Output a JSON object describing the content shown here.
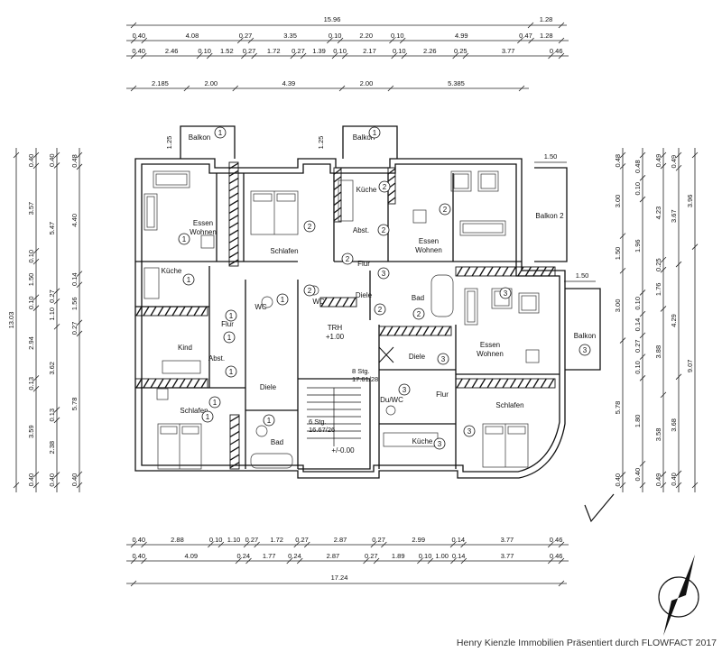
{
  "credit": "Henry Kienzle Immobilien Präsentiert durch FLOWFACT 2017",
  "dimensions": {
    "top_total": "15.96",
    "top_total_right": "1.28",
    "top_row1": [
      "0.40",
      "4.08",
      "0.27",
      "3.35",
      "0.10",
      "2.20",
      "0.10",
      "4.99",
      "0.47",
      "1.28"
    ],
    "top_row2": [
      "0.40",
      "2.46",
      "0.10",
      "1.52",
      "0.27",
      "1.72",
      "0.27",
      "1.39",
      "0.10",
      "2.17",
      "0.10",
      "2.26",
      "0.25",
      "3.77",
      "0.46"
    ],
    "top_row3": [
      "2.185",
      "2.00",
      "4.39",
      "2.00",
      "5.385"
    ],
    "bottom_row1": [
      "0.40",
      "2.88",
      "0.10",
      "1.10",
      "0.27",
      "1.72",
      "0.27",
      "2.87",
      "0.27",
      "2.99",
      "0.14",
      "3.77",
      "0.46"
    ],
    "bottom_row2": [
      "0.40",
      "4.09",
      "0.24",
      "1.77",
      "0.24",
      "2.87",
      "0.27",
      "1.89",
      "0.10",
      "1.00",
      "0.14",
      "3.77",
      "0.46"
    ],
    "bottom_total": "17.24",
    "left_total": "13.03",
    "left_col1": [
      "0.40",
      "3.57",
      "0.10",
      "1.50",
      "0.10",
      "2.94",
      "0.13",
      "3.59",
      "0.40"
    ],
    "left_col2": [
      "0.40",
      "5.47",
      "0.27",
      "1.10",
      "3.62",
      "0.13",
      "2.38",
      "0.40"
    ],
    "left_col3": [
      "0.48",
      "4.40",
      "0.14",
      "1.56",
      "0.27",
      "5.78",
      "0.40"
    ],
    "right_col1": [
      "0.48",
      "3.00",
      "1.50",
      "3.00",
      "5.78",
      "0.40"
    ],
    "right_col2": [
      "0.48",
      "0.10",
      "1.96",
      "0.10",
      "0.14",
      "0.27",
      "0.10",
      "1.80",
      "0.40"
    ],
    "right_col3": [
      "0.49",
      "4.23",
      "0.25",
      "1.76",
      "3.88",
      "3.58",
      "0.49"
    ],
    "right_col4": [
      "0.49",
      "3.67",
      "4.29",
      "3.68",
      "0.40"
    ],
    "right_col5": [
      "3.96",
      "9.07"
    ],
    "side_balcony": "1.50",
    "side_balcony2": "1.50",
    "top_left_balcony": "1.25",
    "top_mid_balcony": "1.25"
  },
  "rooms": [
    {
      "label": "Balkon",
      "num": "1"
    },
    {
      "label": "Balkon",
      "num": "1"
    },
    {
      "label": "Balkon 2",
      "num": ""
    },
    {
      "label": "Balkon",
      "num": "3"
    },
    {
      "label": "Essen",
      "label2": "Wohnen",
      "num": "1"
    },
    {
      "label": "Schlafen",
      "num": "2"
    },
    {
      "label": "Küche",
      "num": "2"
    },
    {
      "label": "Abst.",
      "num": "2"
    },
    {
      "label": "Essen",
      "label2": "Wohnen",
      "num": "2"
    },
    {
      "label": "Küche",
      "num": "1"
    },
    {
      "label": "Flur",
      "num": "2"
    },
    {
      "label": "Diele",
      "num": "2"
    },
    {
      "label": "Bad",
      "num": "2"
    },
    {
      "label": "WC",
      "num": "2"
    },
    {
      "label": "WC",
      "num": "1"
    },
    {
      "label": "Flur",
      "num": "1"
    },
    {
      "label": "Kind",
      "num": "1"
    },
    {
      "label": "Abst.",
      "num": "1"
    },
    {
      "label": "TRH",
      "label2": "+1.00",
      "num": ""
    },
    {
      "label": "Diele",
      "num": "3"
    },
    {
      "label": "Essen",
      "label2": "Wohnen",
      "num": "3"
    },
    {
      "label": "Diele",
      "num": "1"
    },
    {
      "label": "Schlafen",
      "num": "1"
    },
    {
      "label": "Bad",
      "num": "1"
    },
    {
      "label": "Du/WC",
      "num": "3"
    },
    {
      "label": "Flur",
      "num": "3"
    },
    {
      "label": "Schlafen",
      "num": "3"
    },
    {
      "label": "Küche",
      "num": "3"
    },
    {
      "label": "+/-0.00",
      "num": ""
    }
  ],
  "stairs": {
    "upper": "8 Stg.",
    "upper_size": "17.61/28",
    "lower": "6 Stg.",
    "lower_size": "16.67/26"
  }
}
